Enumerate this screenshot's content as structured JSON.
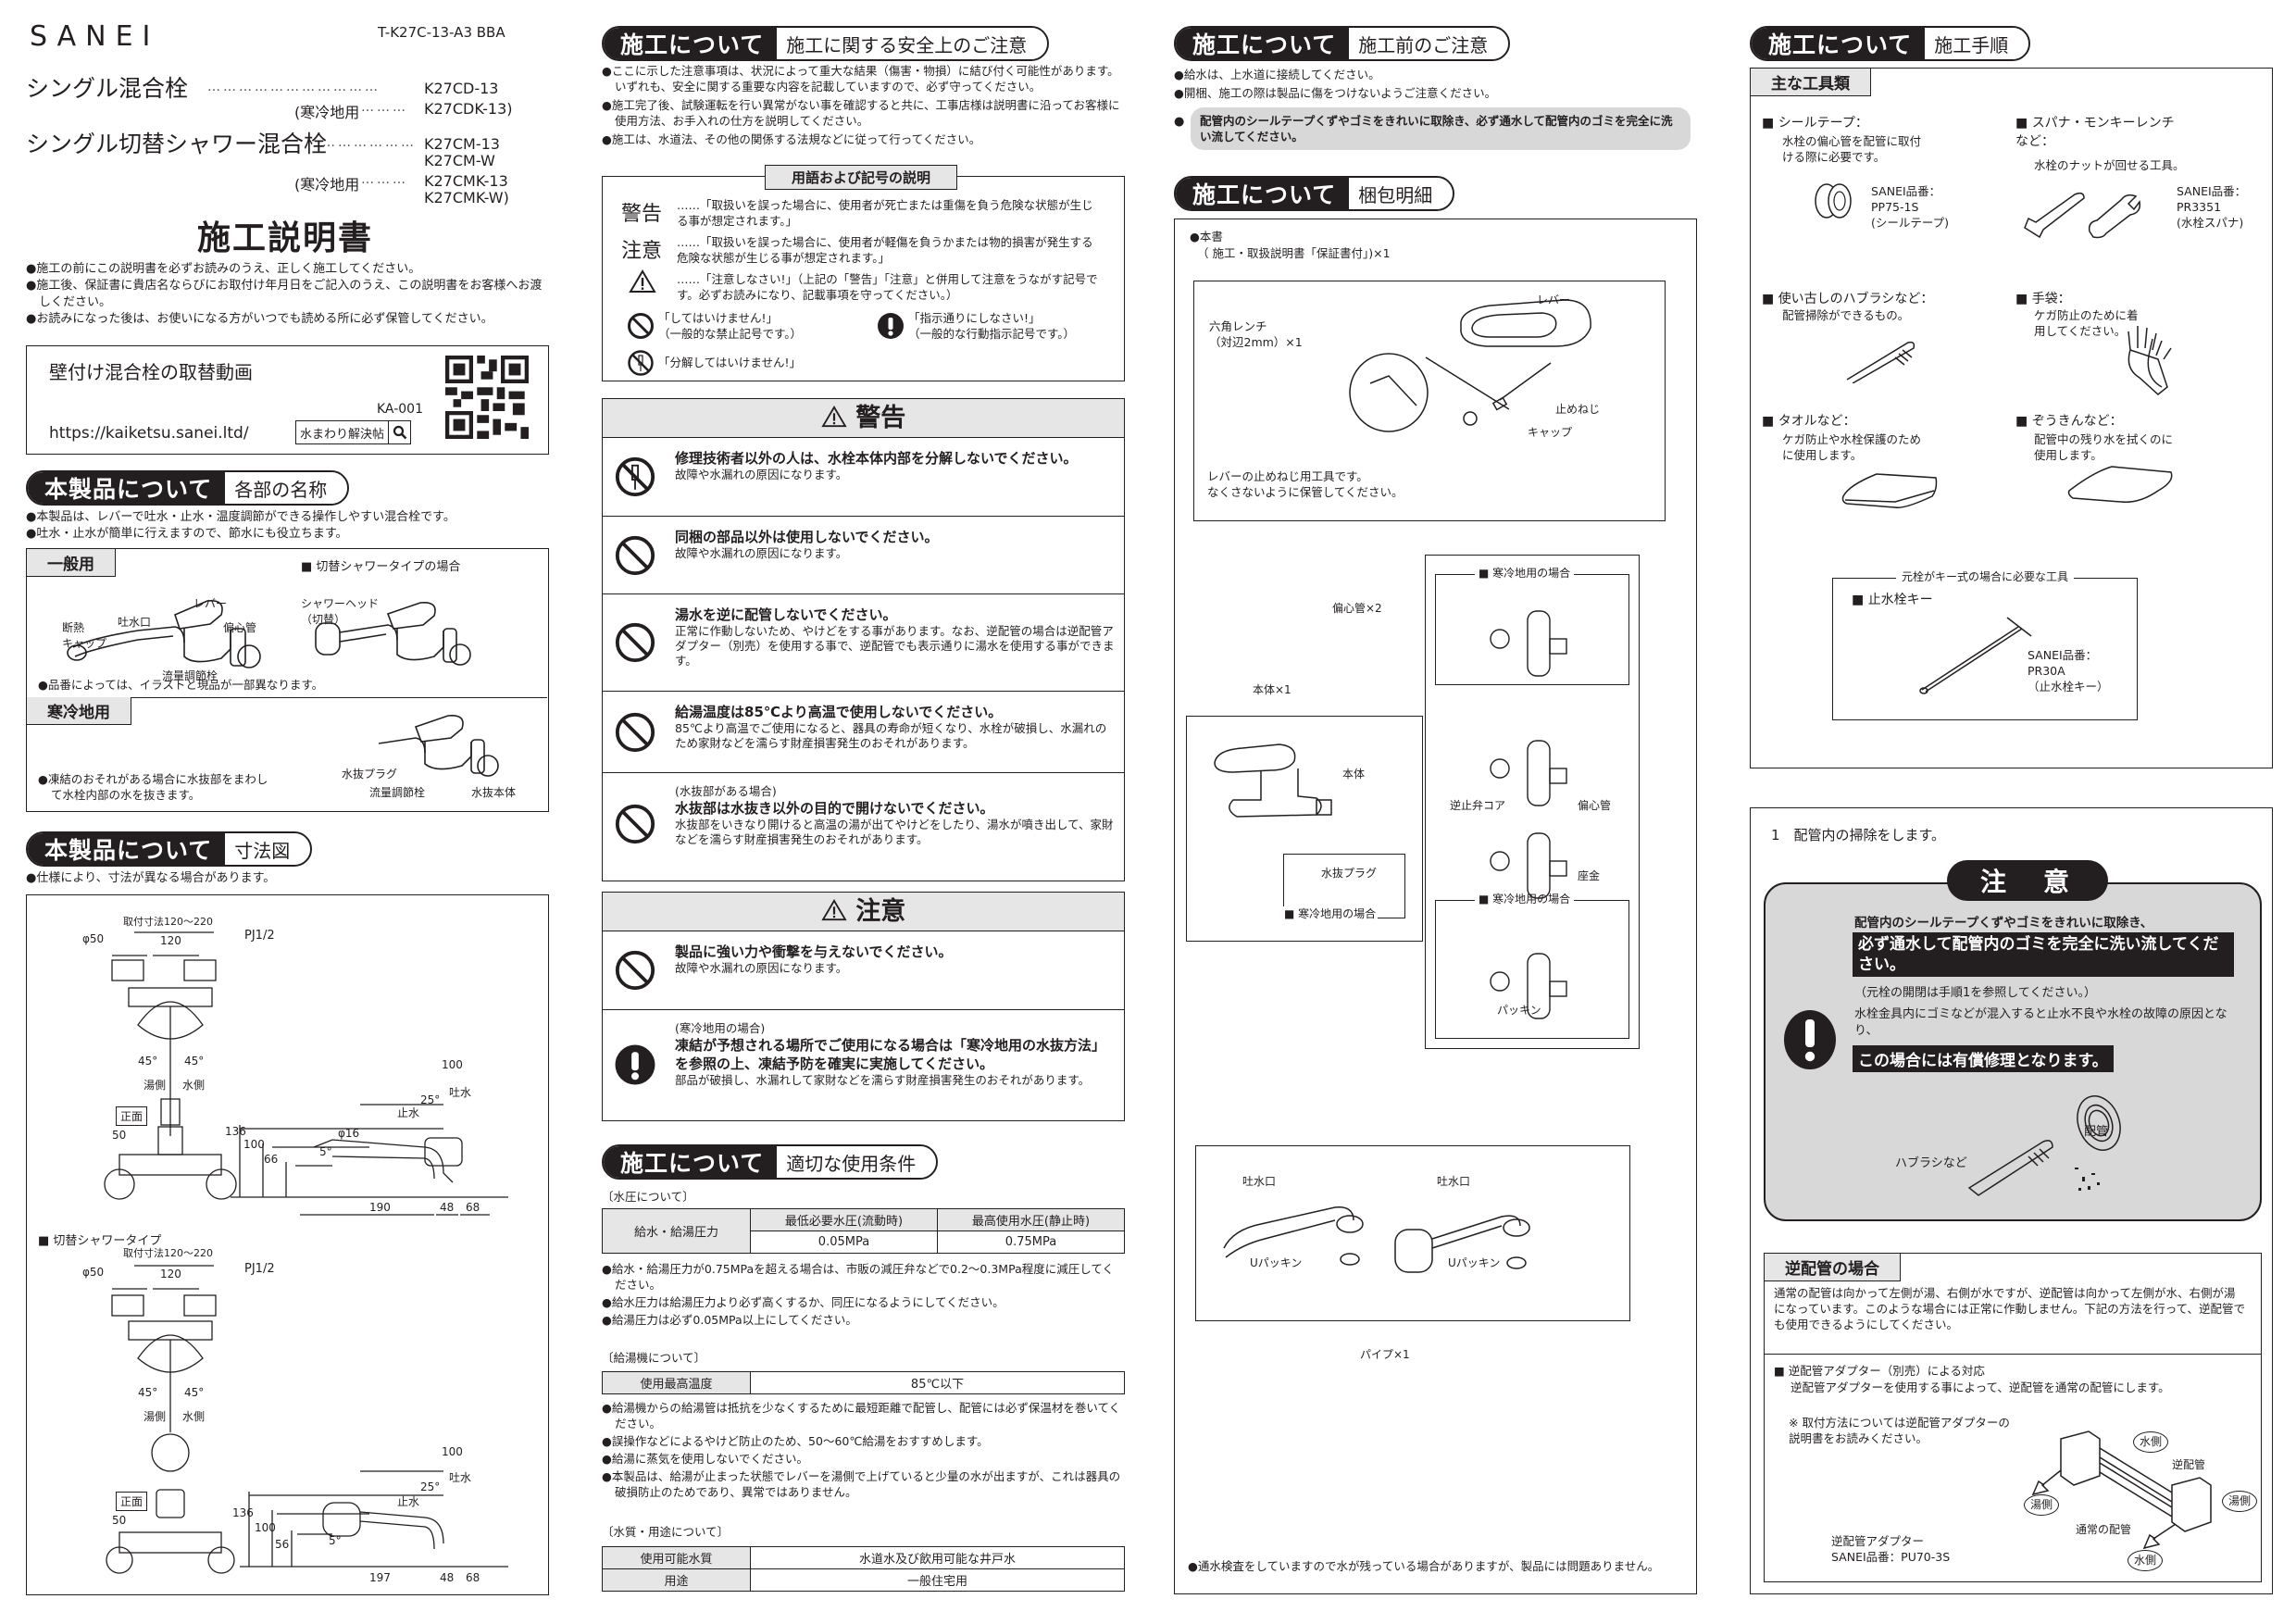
{
  "header": {
    "logo": "SANEI",
    "doc_id": "T-K27C-13-A3  BBA",
    "products": [
      {
        "name": "シングル混合栓",
        "leader": "……………………………",
        "models": [
          "K27CD-13"
        ],
        "cold_label": "(寒冷地用",
        "cold_leader": "………",
        "cold_models": [
          "K27CDK-13)"
        ]
      },
      {
        "name": "シングル切替シャワー混合栓",
        "leader": "………………",
        "models": [
          "K27CM-13",
          "K27CM-W"
        ],
        "cold_label": "(寒冷地用",
        "cold_leader": "………",
        "cold_models": [
          "K27CMK-13",
          "K27CMK-W)"
        ]
      }
    ],
    "title": "施工説明書",
    "notes": [
      "施工の前にこの説明書を必ずお読みのうえ、正しく施工してください。",
      "施工後、保証書に貴店名ならびにお取付け年月日をご記入のうえ、この説明書をお客様へお渡しください。",
      "お読みになった後は、お使いになる方がいつでも読める所に必ず保管してください。"
    ]
  },
  "video_box": {
    "title": "壁付け混合栓の取替動画",
    "code": "KA-001",
    "url": "https://kaiketsu.sanei.ltd/",
    "search_label": "水まわり解決帖",
    "search_icon": "magnifier-icon",
    "qr_icon": "qr-code"
  },
  "sections": {
    "parts": {
      "dark": "本製品について",
      "light": "各部の名称",
      "notes": [
        "本製品は、レバーで吐水・止水・温度調節ができる操作しやすい混合栓です。",
        "吐水・止水が簡単に行えますので、節水にも役立ちます。"
      ],
      "general_tag": "一般用",
      "shower_title": "切替シャワータイプの場合",
      "general_labels": {
        "lever": "レバー",
        "cap": "断熱\nキャップ",
        "spout": "吐水口",
        "eccentric": "偏心管",
        "flow": "流量調節栓",
        "shower_head": "シャワーヘッド\n（切替）"
      },
      "illustration_note": "品番によっては、イラストと現品が一部異なります。",
      "cold_tag": "寒冷地用",
      "cold_note": "凍結のおそれがある場合に水抜部をまわして水栓内部の水を抜きます。",
      "cold_labels": {
        "plug": "水抜プラグ",
        "flow": "流量調節栓",
        "drain_body": "水抜本体"
      }
    },
    "dimensions": {
      "dark": "本製品について",
      "light": "寸法図",
      "note": "仕様により、寸法が異なる場合があります。",
      "shower_title": "切替シャワータイプ",
      "front_label": "正面",
      "labels": {
        "mount": "取付寸法120～220",
        "thread": "PJ1/2",
        "dia": "φ50",
        "c2c": "120",
        "angle": "45°",
        "hot": "湯側",
        "cold": "水側",
        "d50": "50",
        "spout_out": "吐水",
        "spout_stop": "止水",
        "tilt": "25°",
        "pipe_dia": "φ16",
        "tip": "5°"
      },
      "standard": {
        "h136": "136",
        "h100": "100",
        "h66": "66",
        "w100": "100",
        "w190": "190",
        "w48": "48",
        "w68": "68"
      },
      "shower": {
        "h136": "136",
        "h100": "100",
        "h56": "56",
        "w100": "100",
        "w197": "197",
        "w48": "48",
        "w68": "68"
      }
    },
    "safety": {
      "dark": "施工について",
      "light": "施工に関する安全上のご注意",
      "notes": [
        "ここに示した注意事項は、状況によって重大な結果（傷害・物損）に結び付く可能性があります。いずれも、安全に関する重要な内容を記載していますので、必ず守ってください。",
        "施工完了後、試験運転を行い異常がない事を確認すると共に、工事店様は説明書に沿ってお客様に使用方法、お手入れの仕方を説明してください。",
        "施工は、水道法、その他の関係する法規などに従って行ってください。"
      ],
      "legend_title": "用語および記号の説明",
      "legend": [
        {
          "term": "警告",
          "desc": "……「取扱いを誤った場合に、使用者が死亡または重傷を負う危険な状態が生じる事が想定されます。」"
        },
        {
          "term": "注意",
          "desc": "……「取扱いを誤った場合に、使用者が軽傷を負うかまたは物的損害が発生する危険な状態が生じる事が想定されます。」"
        },
        {
          "term": "warning-triangle-icon",
          "desc": "……「注意しなさい!」（上記の「警告」「注意」と併用して注意をうながす記号です。必ずお読みになり、記載事項を守ってください。）"
        }
      ],
      "prohibit": "「してはいけません!」\n（一般的な禁止記号です。）",
      "instruct": "「指示通りにしなさい!」\n（一般的な行動指示記号です。）",
      "no_disassemble": "「分解してはいけません!」"
    },
    "warning": {
      "title": "警告",
      "items": [
        {
          "icon": "no-disassemble-icon",
          "pre": "",
          "title": "修理技術者以外の人は、水栓本体内部を分解しないでください。",
          "desc": "故障や水漏れの原因になります。"
        },
        {
          "icon": "prohibit-icon",
          "pre": "",
          "title": "同梱の部品以外は使用しないでください。",
          "desc": "故障や水漏れの原因になります。"
        },
        {
          "icon": "prohibit-icon",
          "pre": "",
          "title": "湯水を逆に配管しないでください。",
          "desc": "正常に作動しないため、やけどをする事があります。なお、逆配管の場合は逆配管アダプター（別売）を使用する事で、逆配管でも表示通りに湯水を使用する事ができます。"
        },
        {
          "icon": "prohibit-icon",
          "pre": "",
          "title": "給湯温度は85℃より高温で使用しないでください。",
          "desc": "85℃より高温でご使用になると、器具の寿命が短くなり、水栓が破損し、水漏れのため家財などを濡らす財産損害発生のおそれがあります。"
        },
        {
          "icon": "prohibit-icon",
          "pre": "(水抜部がある場合)",
          "title": "水抜部は水抜き以外の目的で開けないでください。",
          "desc": "水抜部をいきなり開けると高温の湯が出てやけどをしたり、湯水が噴き出して、家財などを濡らす財産損害発生のおそれがあります。"
        }
      ]
    },
    "caution": {
      "title": "注意",
      "items": [
        {
          "icon": "prohibit-icon",
          "pre": "",
          "title": "製品に強い力や衝撃を与えないでください。",
          "desc": "故障や水漏れの原因になります。"
        },
        {
          "icon": "instruction-icon",
          "pre": "(寒冷地用の場合)",
          "title": "凍結が予想される場所でご使用になる場合は「寒冷地用の水抜方法」を参照の上、凍結予防を確実に実施してください。",
          "desc": "部品が破損し、水漏れして家財などを濡らす財産損害発生のおそれがあります。"
        }
      ]
    },
    "conditions": {
      "dark": "施工について",
      "light": "適切な使用条件",
      "pressure_heading": "〔水圧について〕",
      "pressure_table": {
        "row_label": "給水・給湯圧力",
        "cols": [
          "最低必要水圧(流動時)",
          "最高使用水圧(静止時)"
        ],
        "values": [
          "0.05MPa",
          "0.75MPa"
        ]
      },
      "pressure_notes": [
        "給水・給湯圧力が0.75MPaを超える場合は、市販の減圧弁などで0.2～0.3MPa程度に減圧してください。",
        "給水圧力は給湯圧力より必ず高くするか、同圧になるようにしてください。",
        "給湯圧力は必ず0.05MPa以上にしてください。"
      ],
      "heater_heading": "〔給湯機について〕",
      "heater_table": {
        "label": "使用最高温度",
        "value": "85℃以下"
      },
      "heater_notes": [
        "給湯機からの給湯管は抵抗を少なくするために最短距離で配管し、配管には必ず保温材を巻いてください。",
        "誤操作などによるやけど防止のため、50～60℃給湯をおすすめします。",
        "給湯に蒸気を使用しないでください。",
        "本製品は、給湯が止まった状態でレバーを湯側で上げていると少量の水が出ますが、これは器具の破損防止のためであり、異常ではありません。"
      ],
      "quality_heading": "〔水質・用途について〕",
      "quality_table": [
        {
          "label": "使用可能水質",
          "value": "水道水及び飲用可能な井戸水"
        },
        {
          "label": "用途",
          "value": "一般住宅用"
        }
      ]
    },
    "pre_install": {
      "dark": "施工について",
      "light": "施工前のご注意",
      "notes": [
        "給水は、上水道に接続してください。",
        "開梱、施工の際は製品に傷をつけないようご注意ください。"
      ],
      "highlight": "配管内のシールテープくずやゴミをきれいに取除き、必ず通水して配管内のゴミを完全に洗い流してください。"
    },
    "package": {
      "dark": "施工について",
      "light": "梱包明細",
      "manual": "本書",
      "manual_detail": "（ 施工・取扱説明書「保証書付」)×1",
      "wrench": "六角レンチ\n（対辺2mm）×1",
      "lever": "レバー",
      "screw": "止めねじ",
      "cap": "キャップ",
      "wrench_note": "レバーの止めねじ用工具です。\nなくさないように保管してください。",
      "eccentric": "偏心管×2",
      "cold_case": "寒冷地用の場合",
      "body": "本体×1",
      "body_label": "本体",
      "plug": "水抜プラグ",
      "check_valve": "逆止弁コア",
      "eccentric_single": "偏心管",
      "washer": "座金",
      "packing": "パッキン",
      "spout": "吐水口",
      "u_packing": "Uパッキン",
      "pipe": "パイプ×1",
      "footer": "通水検査をしていますので水が残っている場合がありますが、製品には問題ありません。"
    },
    "procedure": {
      "dark": "施工について",
      "light": "施工手順",
      "tools_tag": "主な工具類",
      "tools": [
        {
          "name": "シールテープ：",
          "desc": "水栓の偏心管を配管に取付ける際に必要です。",
          "code": "SANEI品番：\nPP75-1S\n(シールテープ)"
        },
        {
          "name": "スパナ・モンキーレンチ など：",
          "desc": "水栓のナットが回せる工具。",
          "code": "SANEI品番：\nPR3351\n(水栓スパナ)"
        },
        {
          "name": "使い古しのハブラシなど：",
          "desc": "配管掃除ができるもの。",
          "code": ""
        },
        {
          "name": "手袋：",
          "desc": "ケガ防止のために着用してください。",
          "code": ""
        },
        {
          "name": "タオルなど：",
          "desc": "ケガ防止や水栓保護のために使用します。",
          "code": ""
        },
        {
          "name": "ぞうきんなど：",
          "desc": "配管中の残り水を拭くのに使用します。",
          "code": ""
        }
      ],
      "key_box_title": "元栓がキー式の場合に必要な工具",
      "key_name": "止水栓キー",
      "key_code": "SANEI品番：\nPR30A\n（止水栓キー）",
      "step1": "1　配管内の掃除をします。",
      "caution_title": "注　意",
      "caution_line1": "配管内のシールテープくずやゴミをきれいに取除き、",
      "caution_bar1": "必ず通水して配管内のゴミを完全に洗い流してください。",
      "caution_ref": "（元栓の開閉は手順1を参照してください。）",
      "caution_line2": "水栓金具内にゴミなどが混入すると止水不良や水栓の故障の原因となり、",
      "caution_bar2": "この場合には有償修理となります。",
      "pipe_label": "配管",
      "brush_label": "ハブラシなど",
      "reverse_tag": "逆配管の場合",
      "reverse_text": "通常の配管は向かって左側が湯、右側が水ですが、逆配管は向かって左側が水、右側が湯になっています。このような場合には正常に作動しません。下記の方法を行って、逆配管でも使用できるようにしてください。",
      "adapter_title": "逆配管アダプター（別売）による対応",
      "adapter_desc": "逆配管アダプターを使用する事によって、逆配管を通常の配管にします。",
      "adapter_note": "※ 取付方法については逆配管アダプターの説明書をお読みください。",
      "adapter_name": "逆配管アダプター\nSANEI品番：PU70-3S",
      "labels": {
        "cold": "水側",
        "hot": "湯側",
        "reverse": "逆配管",
        "normal": "通常の配管"
      }
    }
  }
}
